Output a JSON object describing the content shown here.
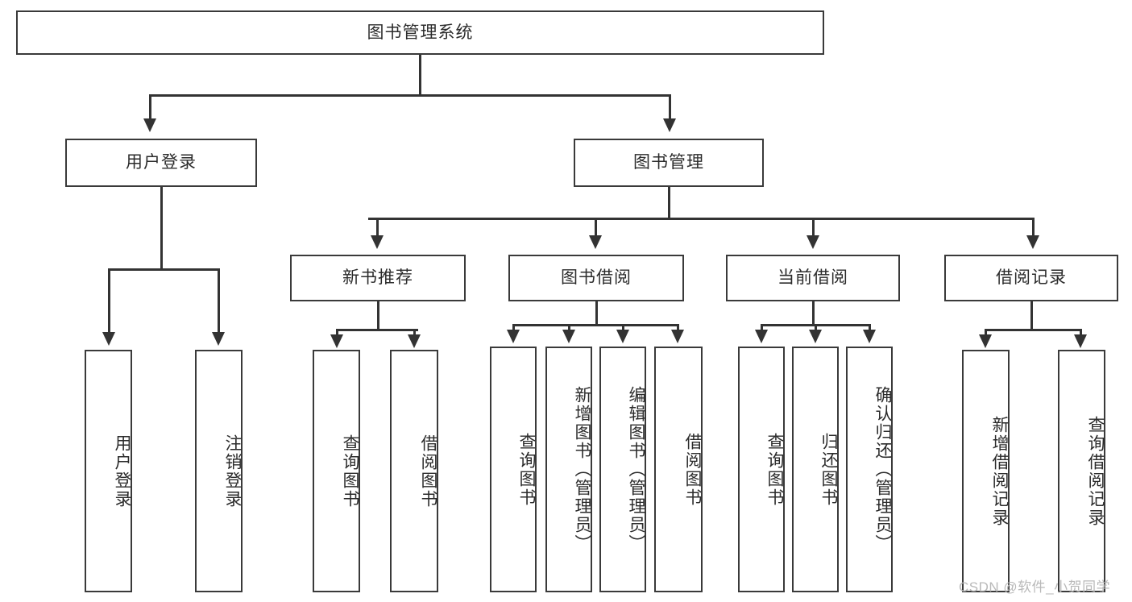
{
  "diagram": {
    "type": "tree-hierarchy-chart",
    "title": "图书管理系统",
    "root": {
      "label": "图书管理系统"
    },
    "level2": [
      {
        "label": "用户登录"
      },
      {
        "label": "图书管理"
      }
    ],
    "level3": [
      {
        "label": "新书推荐"
      },
      {
        "label": "图书借阅"
      },
      {
        "label": "当前借阅"
      },
      {
        "label": "借阅记录"
      }
    ],
    "leaves": {
      "user_login": [
        {
          "label": "用户登录"
        },
        {
          "label": "注销登录"
        }
      ],
      "new_book_recommend": [
        {
          "label": "查询图书"
        },
        {
          "label": "借阅图书"
        }
      ],
      "book_borrow": [
        {
          "label": "查询图书"
        },
        {
          "label": "新增图书（管理员）"
        },
        {
          "label": "编辑图书（管理员）"
        },
        {
          "label": "借阅图书"
        }
      ],
      "current_borrow": [
        {
          "label": "查询图书"
        },
        {
          "label": "归还图书"
        },
        {
          "label": "确认归还（管理员）"
        }
      ],
      "borrow_record": [
        {
          "label": "新增借阅记录"
        },
        {
          "label": "查询借阅记录"
        }
      ]
    }
  },
  "watermark": {
    "text": "CSDN @软件_小贺同学"
  },
  "colors": {
    "stroke": "#3a3a3a",
    "line": "#333333",
    "text": "#2b2b2b",
    "background": "#ffffff",
    "watermark": "#b9b9b9"
  }
}
